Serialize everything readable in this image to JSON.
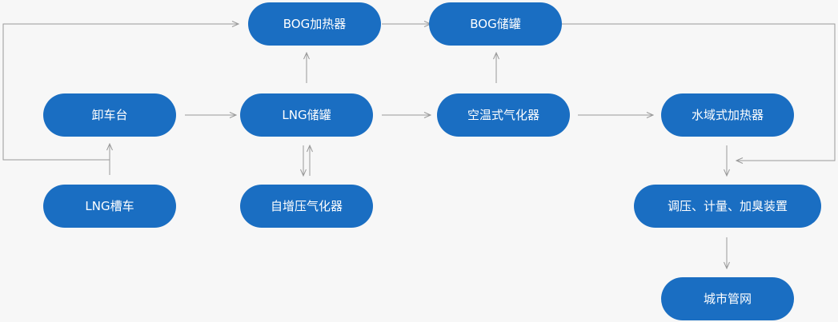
{
  "nodes": {
    "bog_heater": "BOG加热器",
    "bog_tank": "BOG储罐",
    "unloading_platform": "卸车台",
    "lng_tank": "LNG储罐",
    "ambient_vaporizer": "空温式气化器",
    "water_bath_heater": "水域式加热器",
    "lng_tanker": "LNG槽车",
    "pressure_booster": "自增压气化器",
    "regulating_unit": "调压、计量、加臭装置",
    "city_network": "城市管网"
  },
  "colors": {
    "node_fill": "#1a6ec2",
    "node_text": "#ffffff",
    "connector": "#9a9a9a",
    "background": "#f7f7f7"
  }
}
